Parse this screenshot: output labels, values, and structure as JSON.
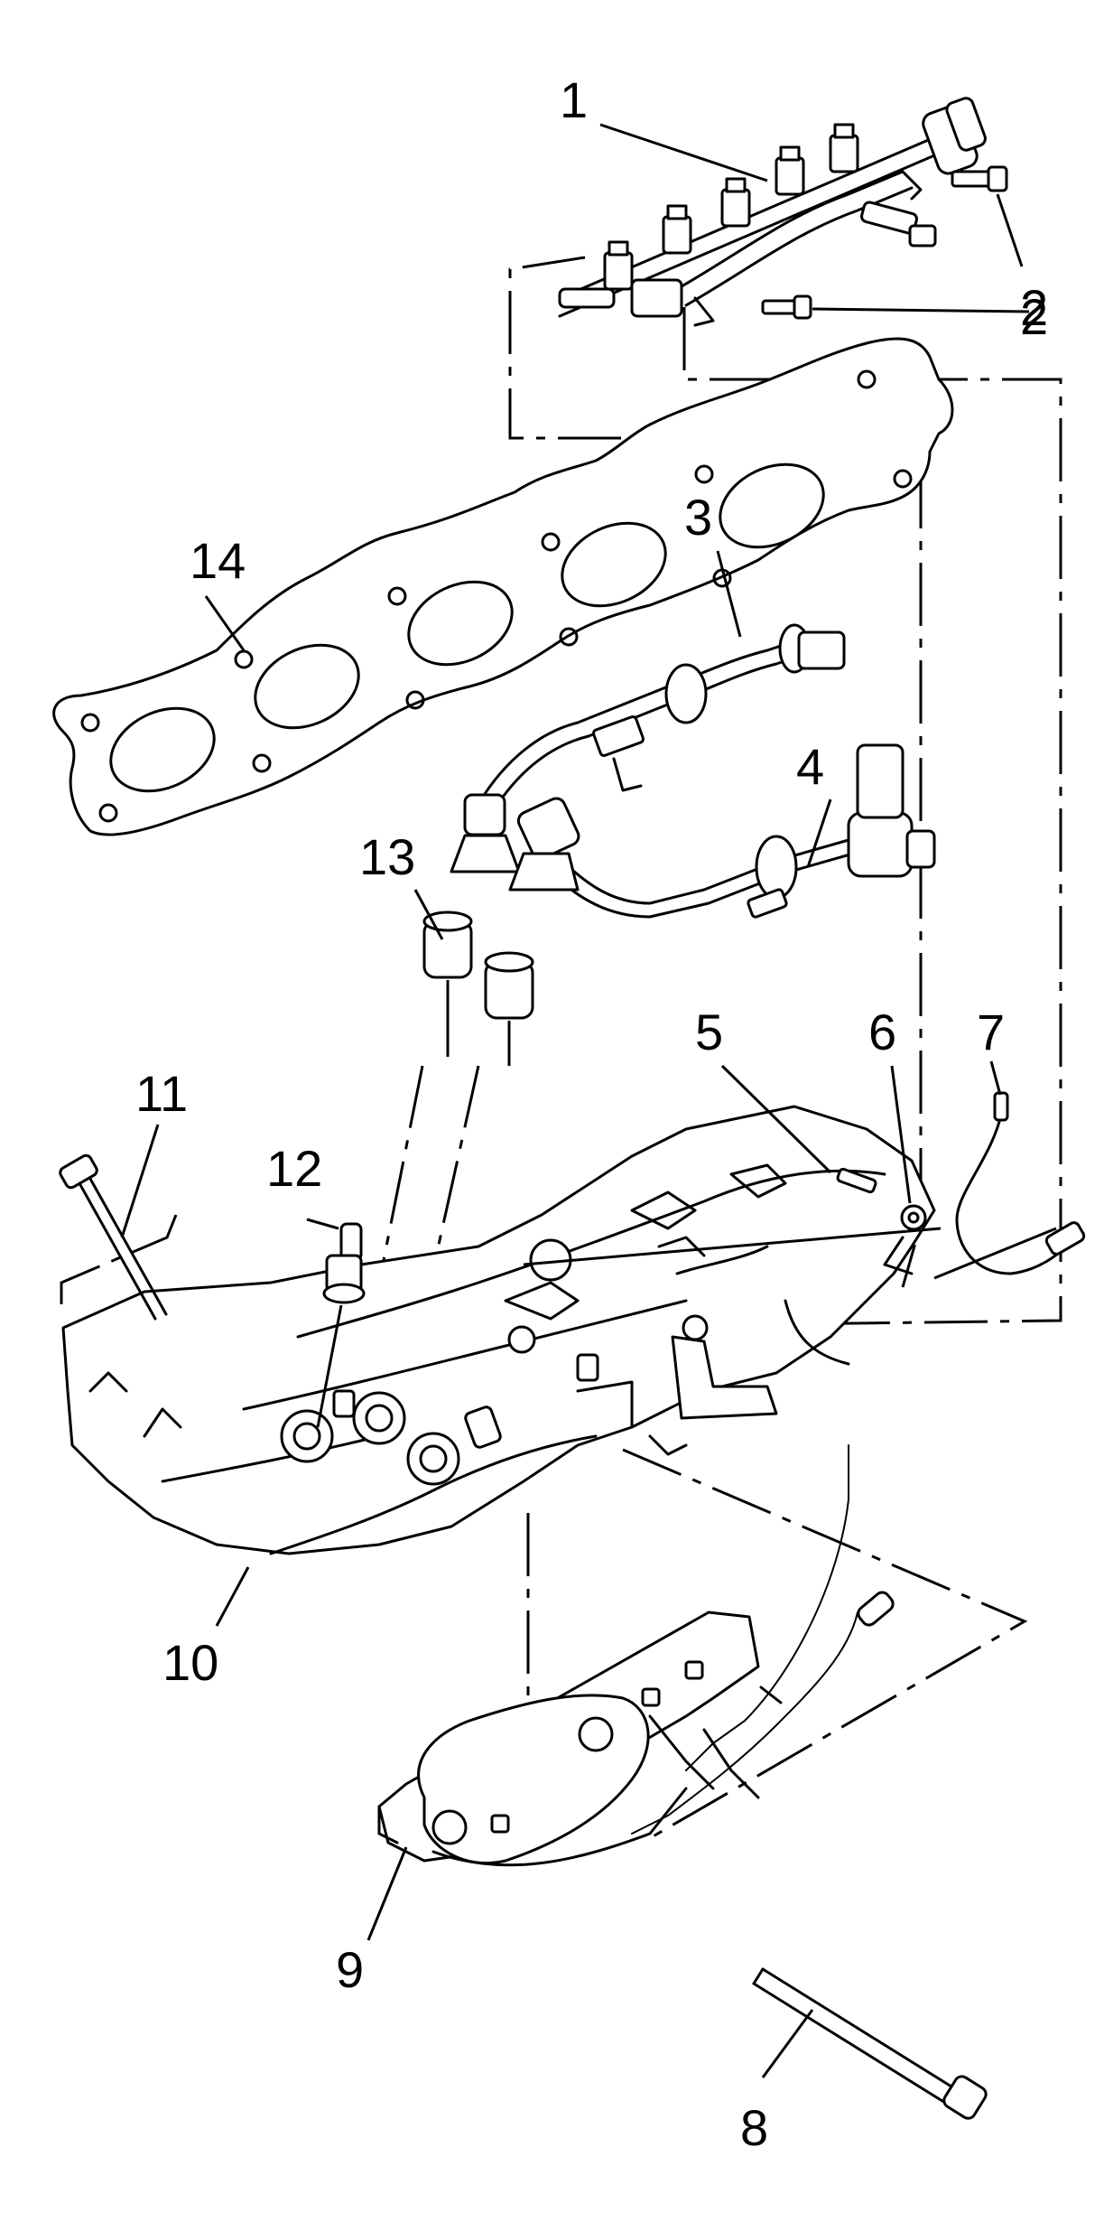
{
  "diagram": {
    "type": "exploded-parts-view",
    "callouts": [
      {
        "id": "c1",
        "label": "1",
        "part": "fuel-rail-injector-assembly"
      },
      {
        "id": "c2a",
        "label": "2",
        "part": "fuel-rail-bolt"
      },
      {
        "id": "c2b",
        "label": "2",
        "part": "fuel-rail-bolt"
      },
      {
        "id": "c3",
        "label": "3",
        "part": "fuel-line-hose"
      },
      {
        "id": "c4",
        "label": "4",
        "part": "fuel-pressure-sensor-line"
      },
      {
        "id": "c5",
        "label": "5",
        "part": "stud"
      },
      {
        "id": "c6",
        "label": "6",
        "part": "nut"
      },
      {
        "id": "c7",
        "label": "7",
        "part": "wiring-harness"
      },
      {
        "id": "c8",
        "label": "8",
        "part": "long-bolt"
      },
      {
        "id": "c9",
        "label": "9",
        "part": "heat-shield-bracket"
      },
      {
        "id": "c10",
        "label": "10",
        "part": "intake-manifold"
      },
      {
        "id": "c11",
        "label": "11",
        "part": "manifold-bolt"
      },
      {
        "id": "c12",
        "label": "12",
        "part": "temperature-sensor"
      },
      {
        "id": "c13",
        "label": "13",
        "part": "seal-grommet"
      },
      {
        "id": "c14",
        "label": "14",
        "part": "manifold-gasket"
      }
    ]
  }
}
